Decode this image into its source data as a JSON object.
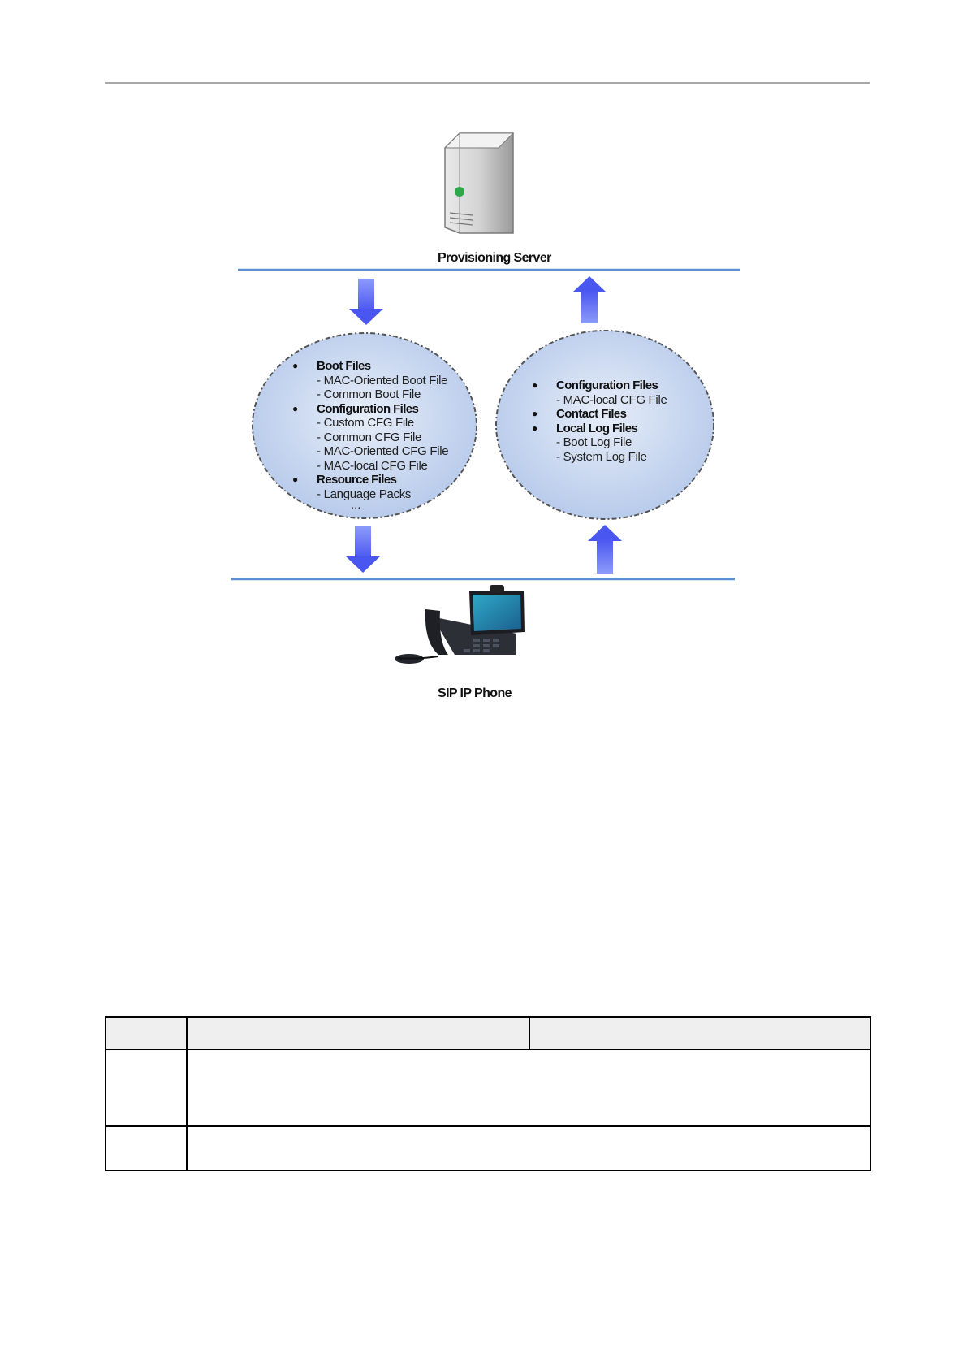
{
  "diagram": {
    "server_label": "Provisioning Server",
    "phone_label": "SIP IP Phone",
    "left_bubble": {
      "groups": [
        {
          "heading": "Boot Files",
          "items": [
            "MAC-Oriented Boot File",
            "Common Boot File"
          ]
        },
        {
          "heading": "Configuration Files",
          "items": [
            "Custom CFG File",
            "Common CFG File",
            "MAC-Oriented CFG File",
            "MAC-local CFG File"
          ]
        },
        {
          "heading": "Resource Files",
          "items": [
            "Language Packs"
          ]
        }
      ],
      "ellipsis": "..."
    },
    "right_bubble": {
      "groups": [
        {
          "heading": "Configuration Files",
          "items": [
            "MAC-local CFG File"
          ]
        },
        {
          "heading": "Contact Files",
          "items": []
        },
        {
          "heading": "Local Log Files",
          "items": [
            "Boot Log File",
            "System Log File"
          ]
        }
      ]
    },
    "colors": {
      "rule": "#5b8fd6",
      "arrow": "#5a68f0",
      "bubble": "#c8d6ee",
      "bubble_border": "#555555",
      "led": "#2ca84a"
    }
  },
  "table": {
    "headers": [
      "",
      "",
      ""
    ],
    "rows": [
      [
        "",
        ""
      ],
      [
        "",
        ""
      ]
    ]
  }
}
